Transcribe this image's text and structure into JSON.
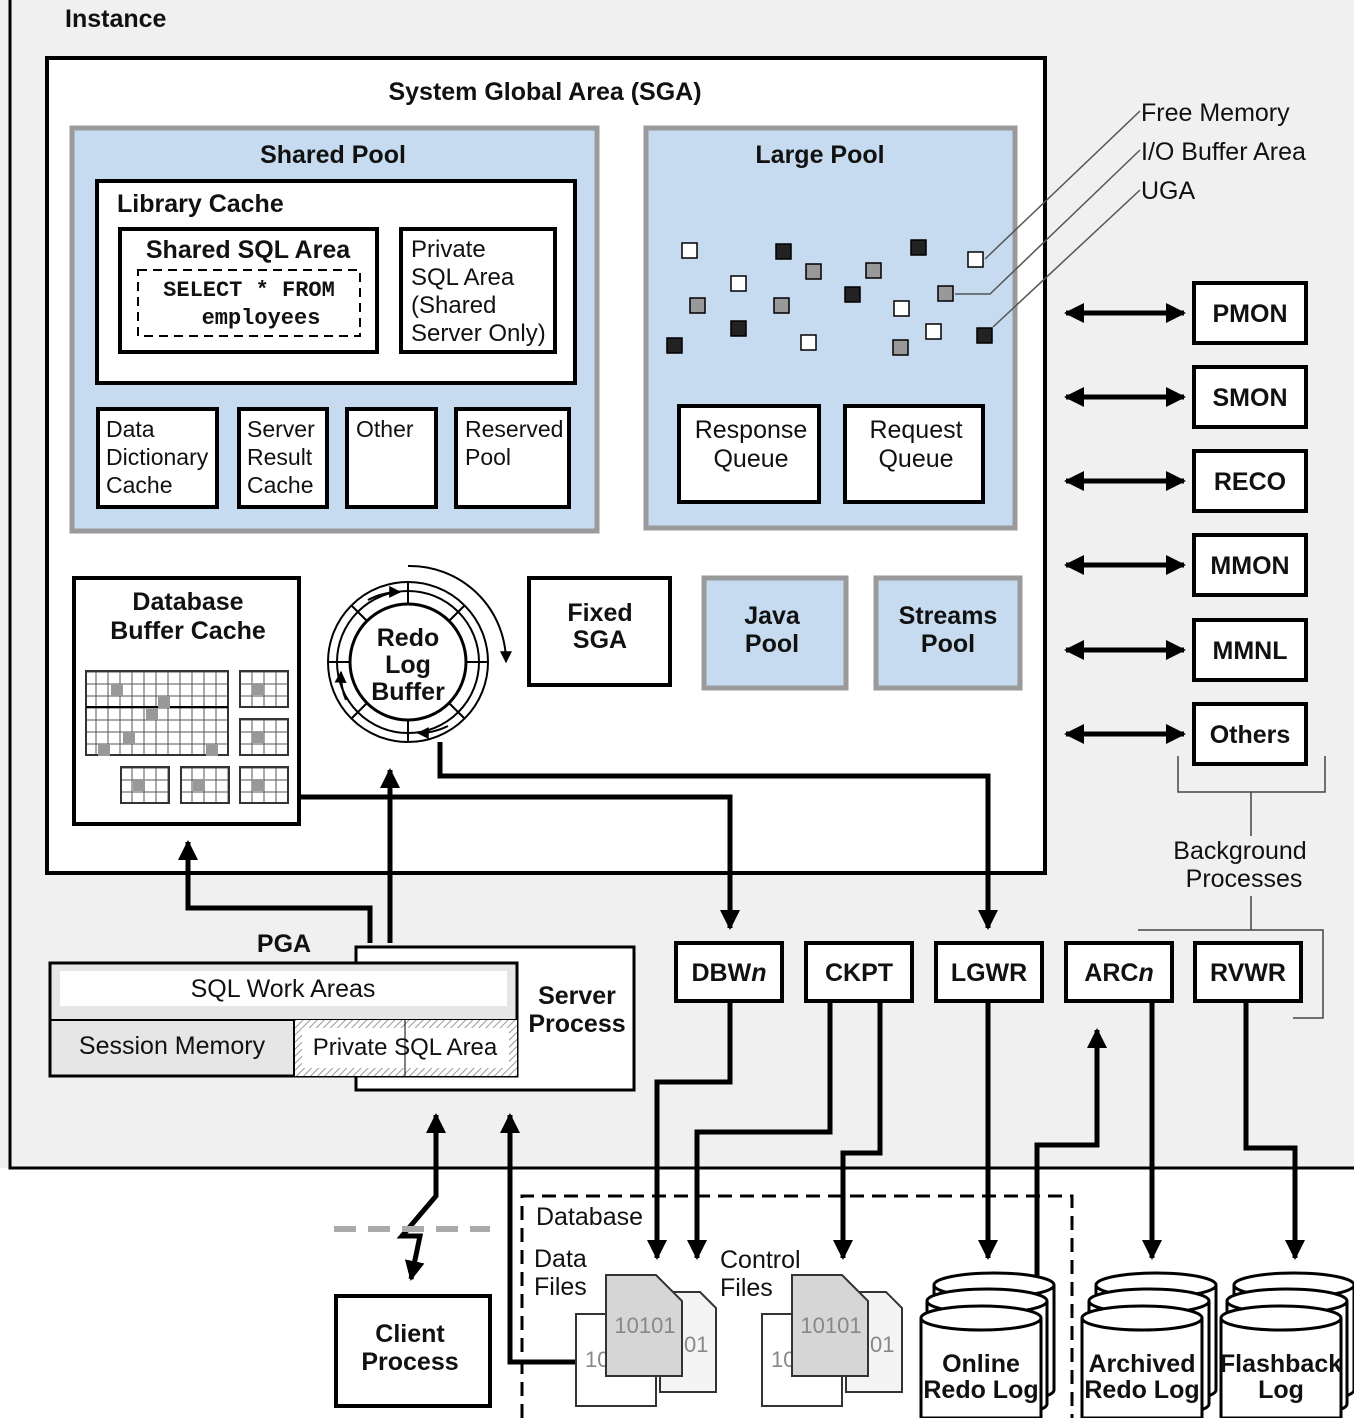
{
  "instance": {
    "label": "Instance"
  },
  "sga": {
    "title": "System Global Area (SGA)",
    "shared_pool": {
      "title": "Shared Pool",
      "library_cache": {
        "title": "Library Cache",
        "shared_sql_area": {
          "title": "Shared SQL Area",
          "code": [
            "SELECT * FROM",
            "employees"
          ]
        },
        "private_sql_area": [
          "Private",
          "SQL Area",
          "(Shared",
          "Server Only)"
        ]
      },
      "data_dictionary_cache": [
        "Data",
        "Dictionary",
        "Cache"
      ],
      "server_result_cache": [
        "Server",
        "Result",
        "Cache"
      ],
      "other": "Other",
      "reserved_pool": [
        "Reserved",
        "Pool"
      ]
    },
    "large_pool": {
      "title": "Large Pool",
      "response_queue": [
        "Response",
        "Queue"
      ],
      "request_queue": [
        "Request",
        "Queue"
      ]
    },
    "database_buffer_cache": [
      "Database",
      "Buffer Cache"
    ],
    "redo_log_buffer": [
      "Redo",
      "Log",
      "Buffer"
    ],
    "fixed_sga": [
      "Fixed",
      "SGA"
    ],
    "java_pool": [
      "Java",
      "Pool"
    ],
    "streams_pool": [
      "Streams",
      "Pool"
    ]
  },
  "legend": [
    "Free Memory",
    "I/O Buffer Area",
    "UGA"
  ],
  "background_processes": {
    "label": [
      "Background",
      "Processes"
    ],
    "right": [
      "PMON",
      "SMON",
      "RECO",
      "MMON",
      "MMNL",
      "Others"
    ],
    "bottom": {
      "dbwn": {
        "base": "DBW",
        "suffix": "n"
      },
      "ckpt": "CKPT",
      "lgwr": "LGWR",
      "arcn": {
        "base": "ARC",
        "suffix": "n"
      },
      "rvwr": "RVWR"
    }
  },
  "pga": {
    "title": "PGA",
    "sql_work_areas": "SQL Work Areas",
    "session_memory": "Session Memory",
    "private_sql_area": "Private SQL Area"
  },
  "server_process": [
    "Server",
    "Process"
  ],
  "client_process": [
    "Client",
    "Process"
  ],
  "database": {
    "title": "Database",
    "data_files": [
      "Data",
      "Files"
    ],
    "control_files": [
      "Control",
      "Files"
    ],
    "file_glyph": "10101",
    "file_glyph_left": "10",
    "file_glyph_right": "01",
    "online_redo_log": [
      "Online",
      "Redo Log"
    ],
    "archived_redo_log": [
      "Archived",
      "Redo Log"
    ],
    "flashback_log": [
      "Flashback",
      "Log"
    ]
  },
  "colors": {
    "pool_fill": "#c6dbef",
    "pool_border": "#9a9a9a",
    "instance_bg": "#f0f0f0"
  }
}
